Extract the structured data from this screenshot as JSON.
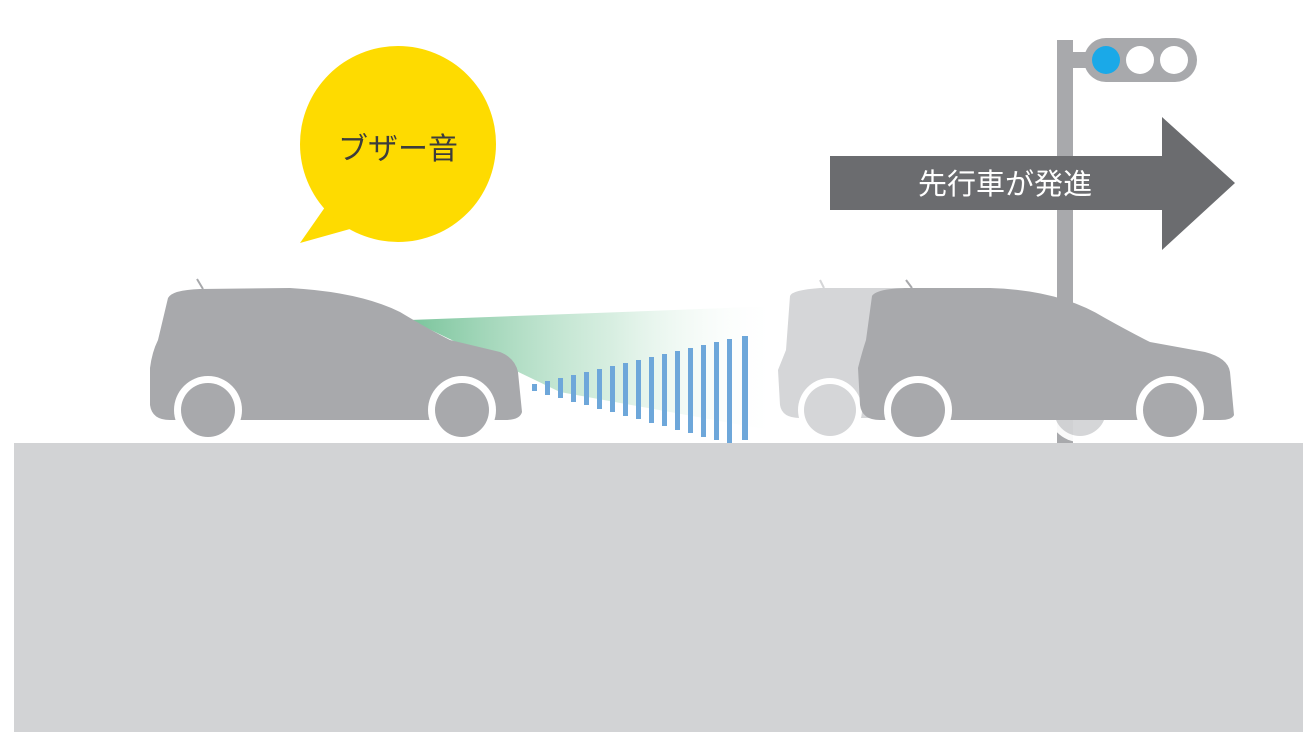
{
  "speech_bubble": {
    "text": "ブザー音",
    "color": "#FEDB00"
  },
  "arrow": {
    "text": "先行車が発進",
    "color": "#6B6C6F"
  },
  "traffic_light": {
    "lit_lamp": "blue",
    "lit_color": "#1AA9E8",
    "lamp_count": 3
  },
  "colors": {
    "car": "#A8A9AC",
    "ghost_car": "#D3D4D6",
    "road": "#D2D3D5",
    "radar_bars": "#6EA7DA",
    "sensor_beam": "#4DB07A"
  },
  "icons": [
    "own-car-icon",
    "preceding-car-icon",
    "traffic-light-icon",
    "sensor-beam-icon",
    "radar-bars-icon"
  ]
}
